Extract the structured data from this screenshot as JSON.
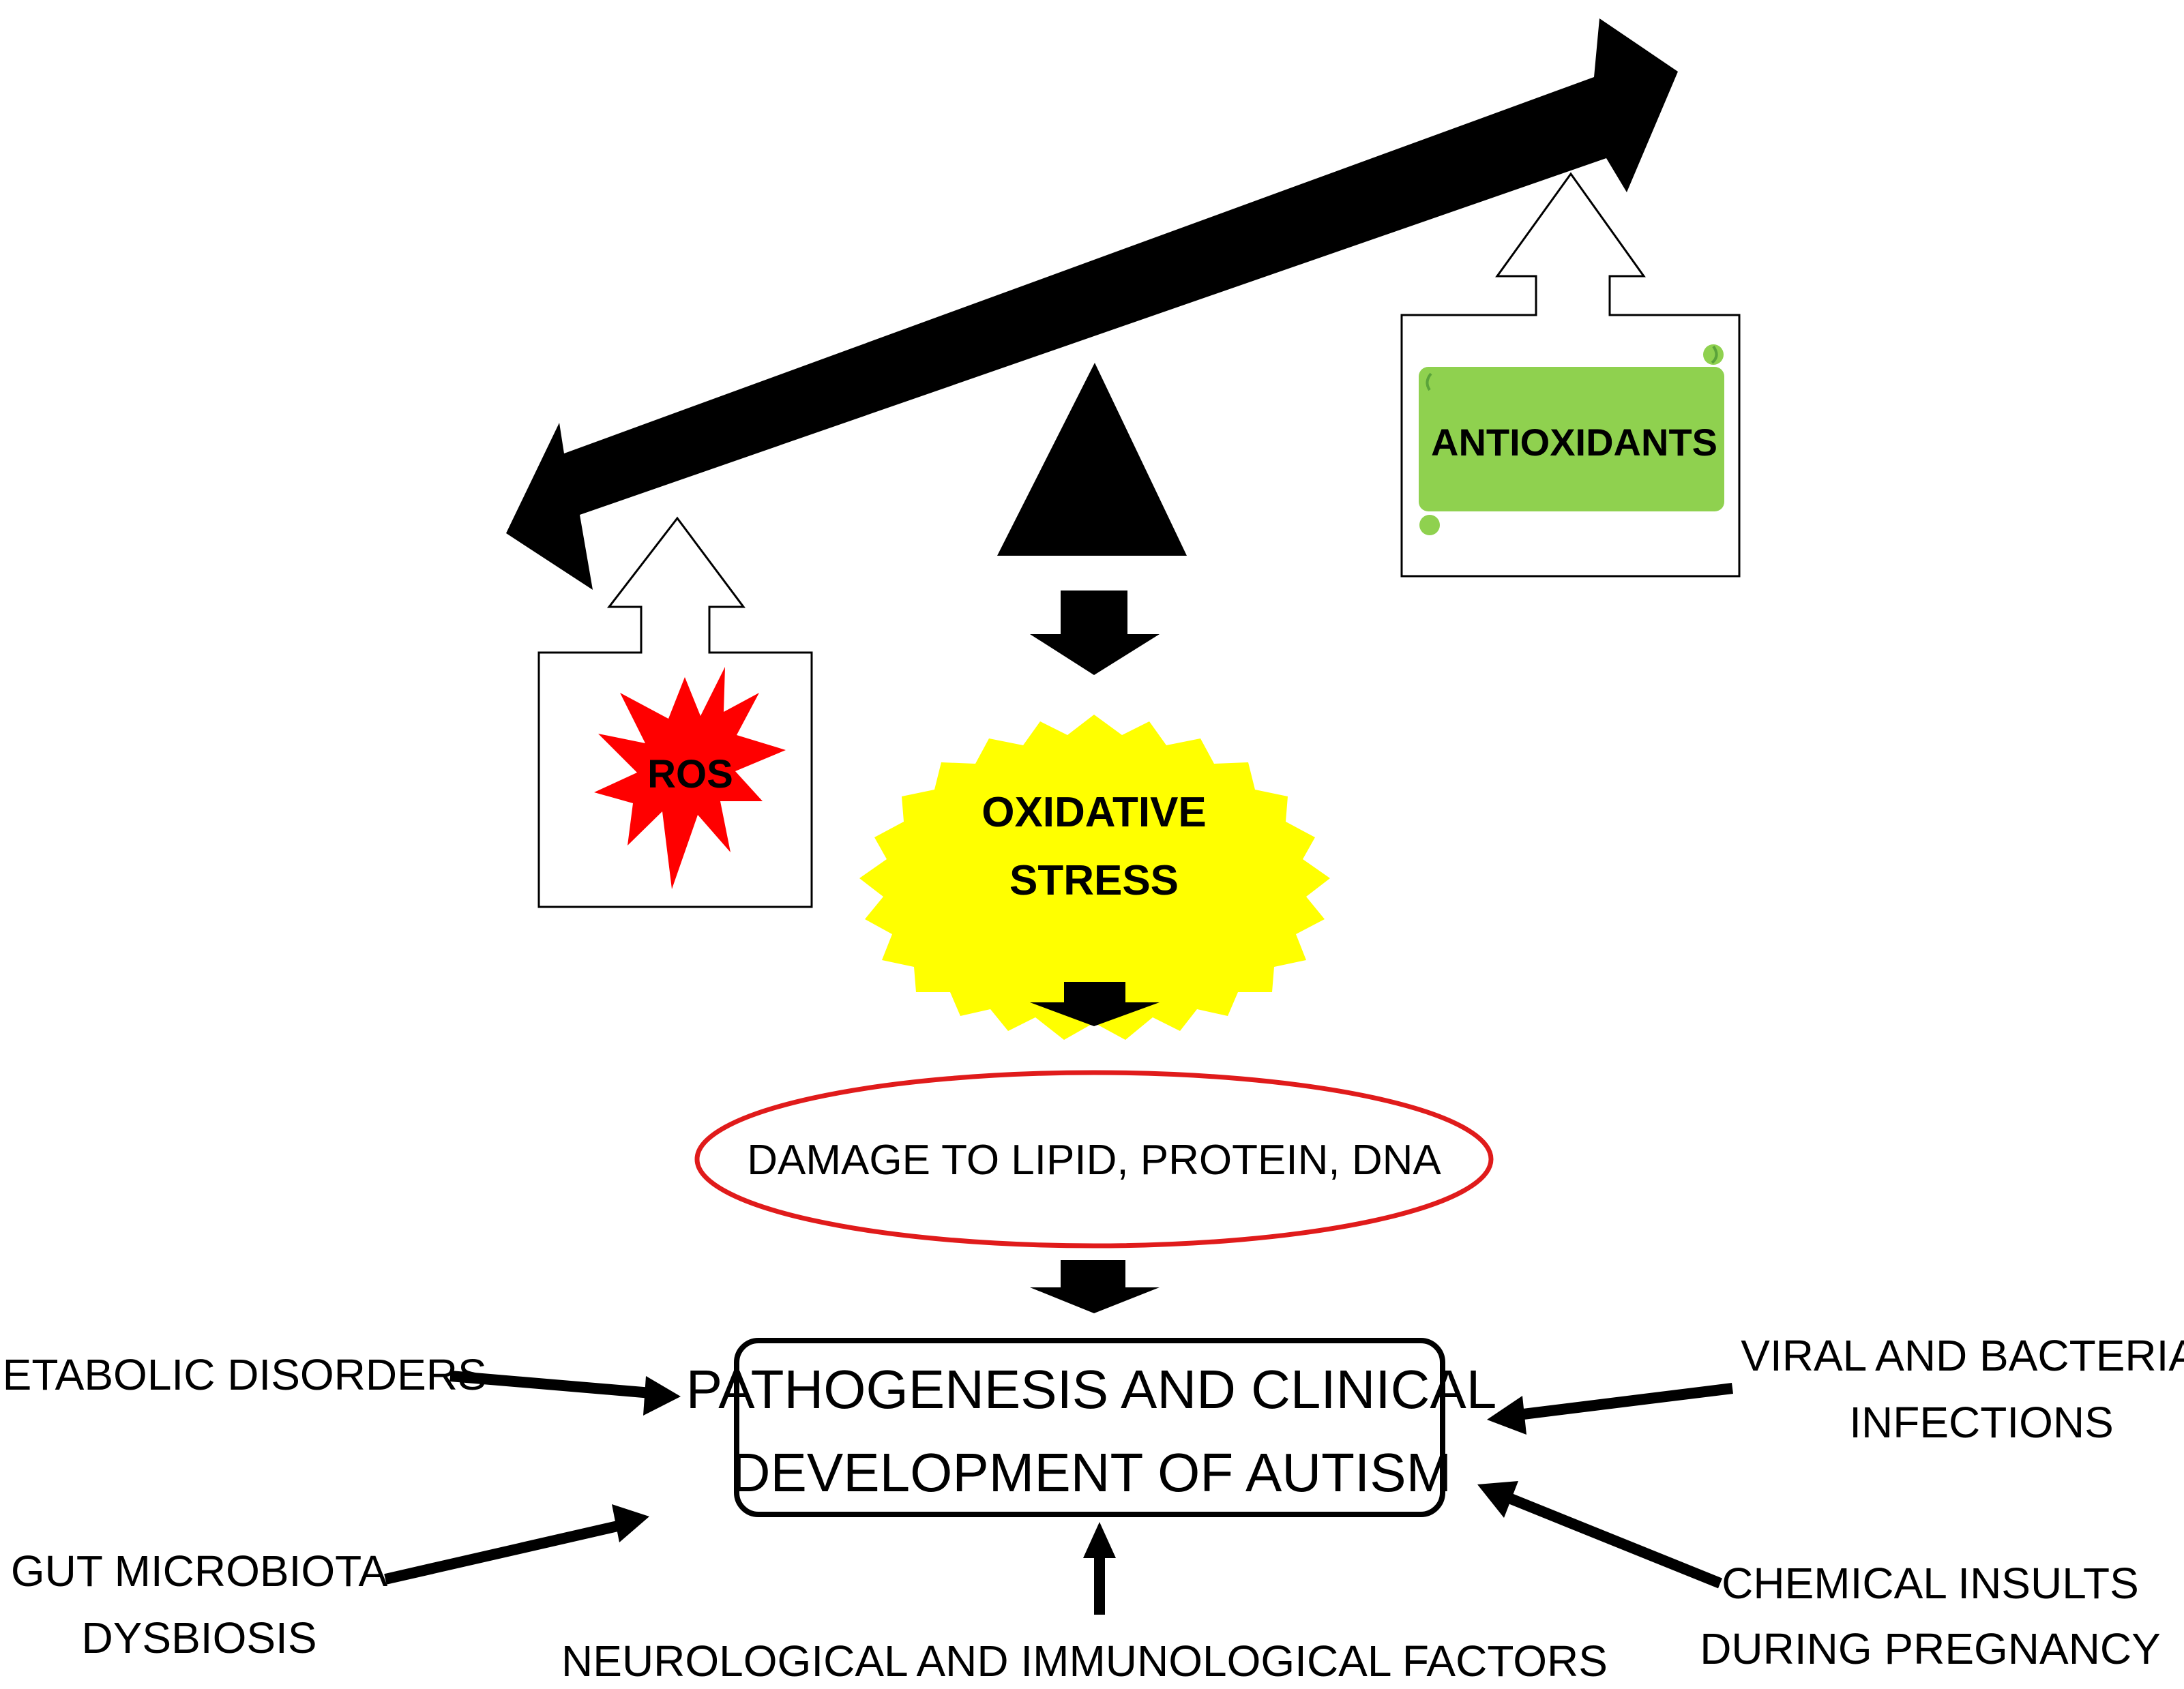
{
  "colors": {
    "ros_fill": "#ff0000",
    "stress_fill": "#ffff00",
    "antioxidant_fill": "#8fd14f",
    "antioxidant_edge": "#5aa33a",
    "ellipse_stroke": "#e01b1b",
    "ink": "#000000",
    "paper": "#ffffff"
  },
  "balance": {
    "ros_label": "ROS",
    "antioxidants_label": "ANTIOXIDANTS"
  },
  "oxidative_stress": {
    "line1": "OXIDATIVE",
    "line2": "STRESS"
  },
  "damage": {
    "label": "DAMAGE TO LIPID, PROTEIN, DNA"
  },
  "outcome": {
    "line1": "PATHOGENESIS  AND CLINICAL",
    "line2": "DEVELOPMENT  OF AUTISM"
  },
  "factors": {
    "metabolic": "METABOLIC DISORDERS",
    "gut_line1": "GUT MICROBIOTA",
    "gut_line2": "DYSBIOSIS",
    "neuro": "NEUROLOGICAL AND IMMUNOLOGICAL FACTORS",
    "viral_line1": "VIRAL AND BACTERIAL",
    "viral_line2": "INFECTIONS",
    "chemical_line1": "CHEMICAL INSULTS",
    "chemical_line2": "DURING PREGNANCY"
  }
}
